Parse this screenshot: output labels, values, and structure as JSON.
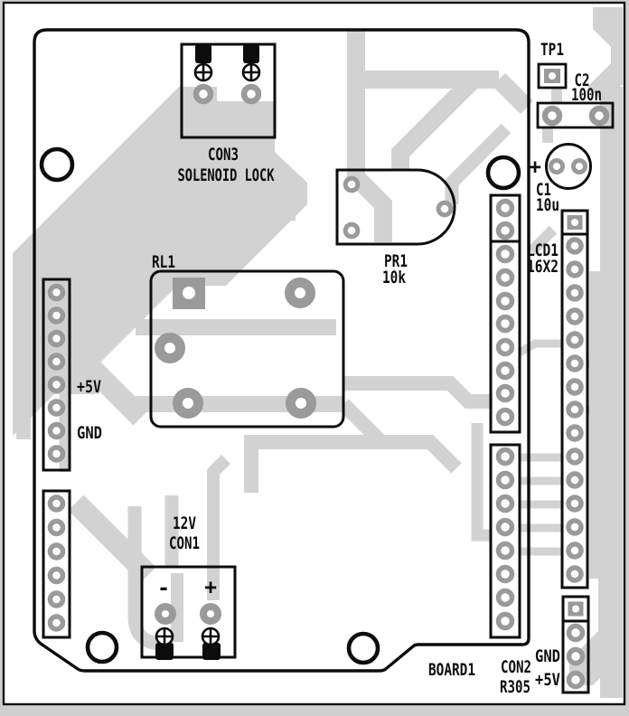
{
  "figure": {
    "kind": "pcb-component-layout",
    "board_ref": "BOARD1",
    "mount_holes": 4
  },
  "colors": {
    "copper_pour_ghost": "#d2d2d2",
    "pad_gray": "#9a9a9a",
    "outline_black": "#0c0c0c",
    "board_background": "#ffffff",
    "page_margin": "#cfcfcf"
  },
  "labels": {
    "con3": "CON3",
    "solenoid_lock": "SOLENOID LOCK",
    "tp1": "TP1",
    "c2": "C2",
    "c2_value": "100n",
    "c1": "C1",
    "c1_value": "10u",
    "c1_polarity": "+",
    "lcd1": "LCD1",
    "lcd1_value": "16X2",
    "rl1": "RL1",
    "pr1": "PR1",
    "pr1_value": "10k",
    "left_5v": "+5V",
    "left_gnd": "GND",
    "con1_voltage": "12V",
    "con1": "CON1",
    "con1_neg": "-",
    "con1_pos": "+",
    "board1": "BOARD1",
    "con2": "CON2",
    "con2_value": "R305",
    "con2_gnd": "GND",
    "con2_5v": "+5V"
  },
  "components": [
    {
      "ref": "CON3",
      "function": "SOLENOID LOCK",
      "type": "screw terminal",
      "pins": 2
    },
    {
      "ref": "TP1",
      "type": "test point",
      "pins": 1
    },
    {
      "ref": "C2",
      "value": "100n",
      "type": "capacitor",
      "pins": 2
    },
    {
      "ref": "C1",
      "value": "10u",
      "type": "electrolytic capacitor",
      "polarity_mark": "+",
      "pins": 2
    },
    {
      "ref": "PR1",
      "value": "10k",
      "type": "preset trimmer",
      "pins": 3
    },
    {
      "ref": "RL1",
      "type": "relay",
      "pins": 5
    },
    {
      "ref": "LCD1",
      "value": "16X2",
      "type": "LCD header",
      "pins": 16
    },
    {
      "ref": "CON1",
      "value": "12V",
      "type": "screw terminal",
      "pins": 2,
      "pin_marks": [
        "-",
        "+"
      ]
    },
    {
      "ref": "CON2",
      "value": "R305",
      "type": "header",
      "pins": 4,
      "pin_marks": [
        "GND",
        "+5V"
      ]
    },
    {
      "ref": "BOARD1",
      "type": "board outline"
    }
  ],
  "net_labels": {
    "left_header": [
      "+5V",
      "GND"
    ],
    "con2_header": [
      "GND",
      "+5V"
    ]
  }
}
